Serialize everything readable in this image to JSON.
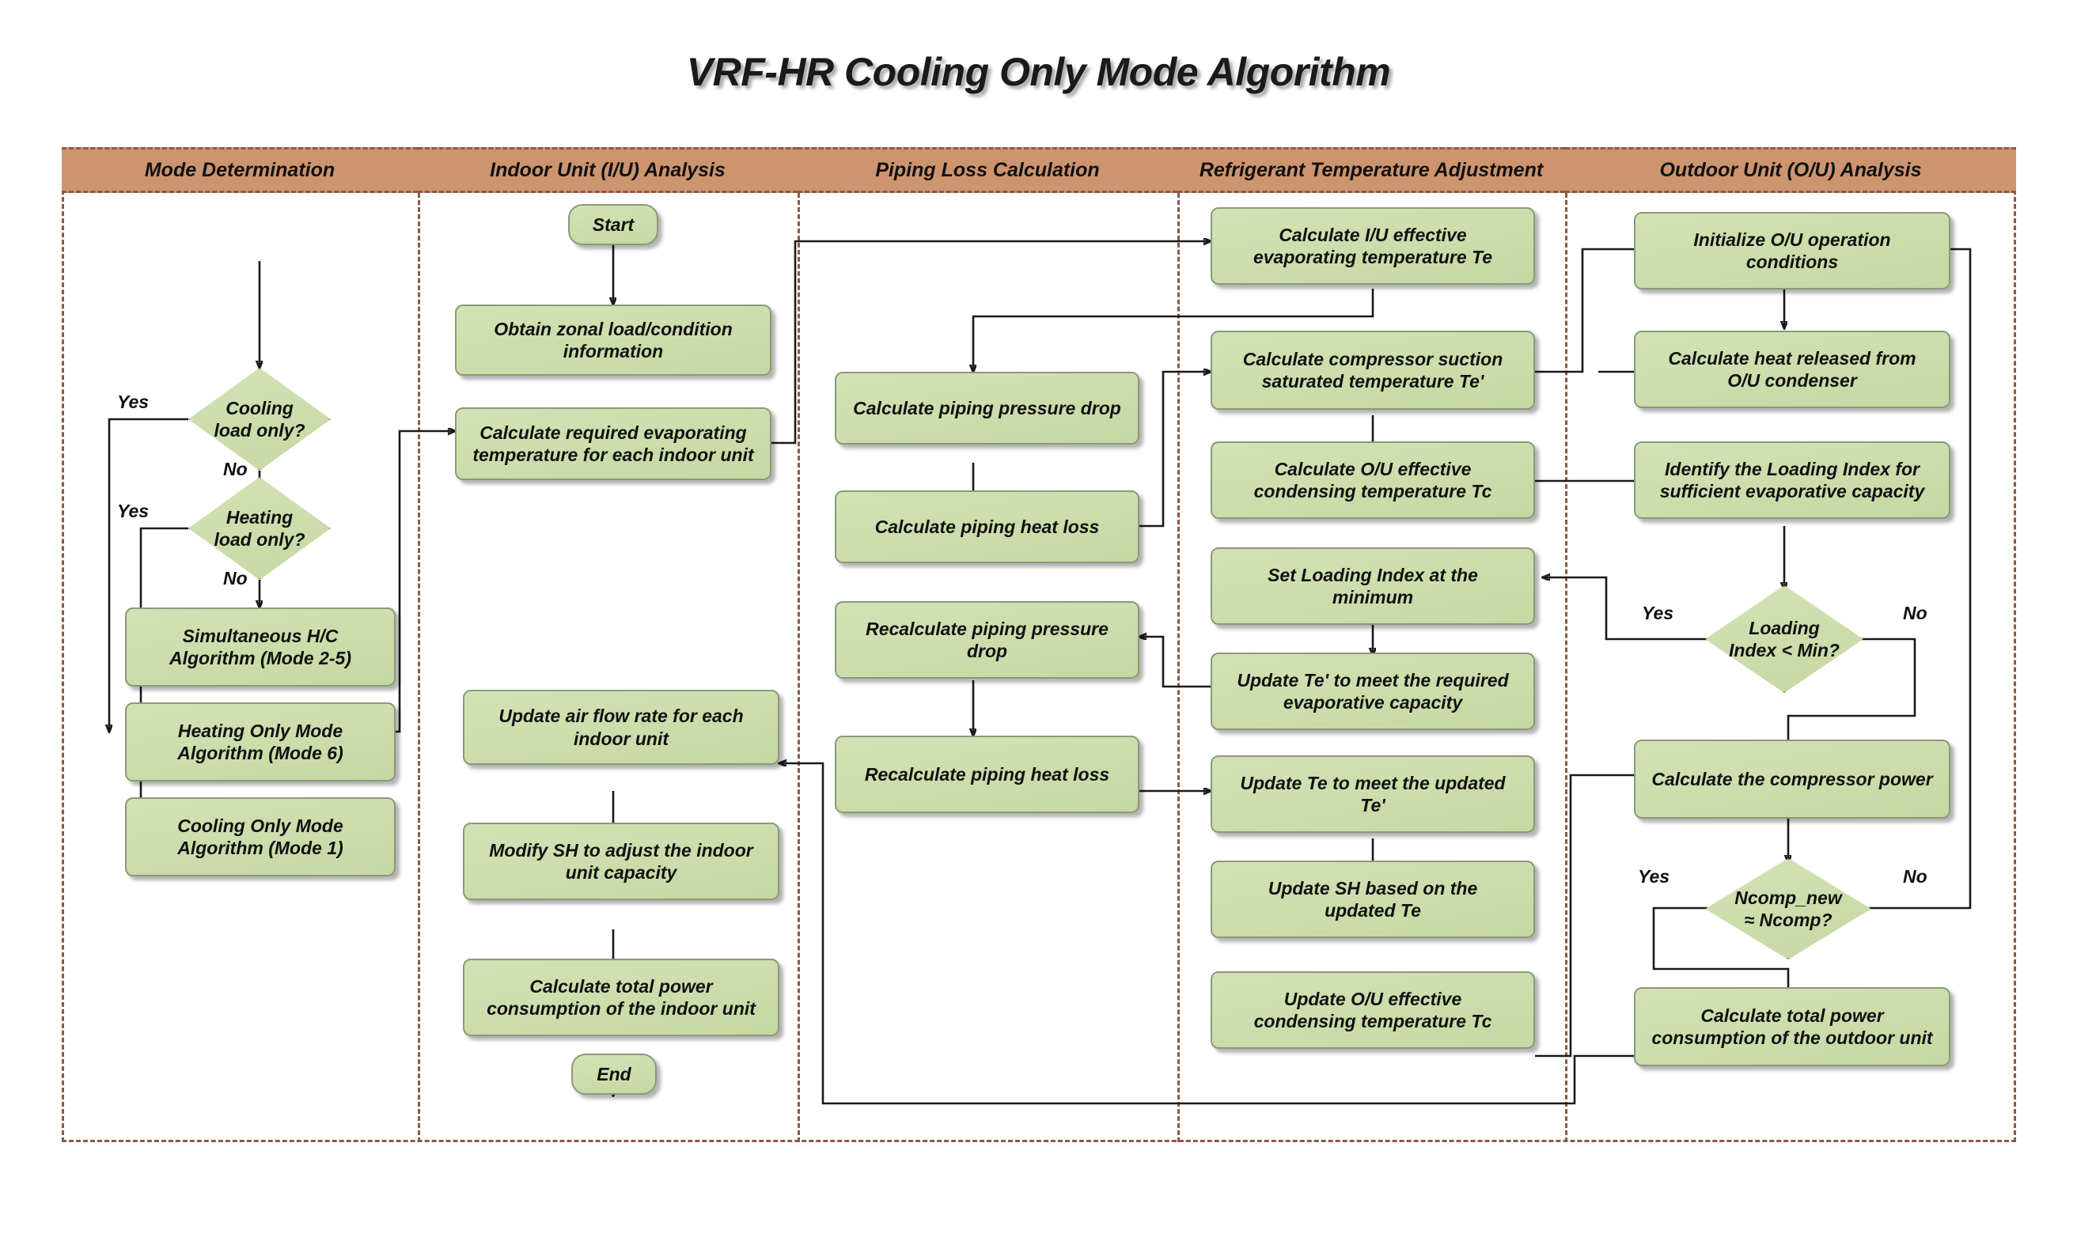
{
  "title": "VRF-HR Cooling Only Mode Algorithm",
  "lanes": [
    {
      "id": "mode-determination",
      "label": "Mode Determination"
    },
    {
      "id": "indoor-unit-analysis",
      "label": "Indoor Unit (I/U) Analysis"
    },
    {
      "id": "piping-loss-calculation",
      "label": "Piping Loss Calculation"
    },
    {
      "id": "refrigerant-temperature-adjustment",
      "label": "Refrigerant Temperature Adjustment"
    },
    {
      "id": "outdoor-unit-analysis",
      "label": "Outdoor Unit (O/U) Analysis"
    }
  ],
  "nodes": {
    "start": "Start",
    "end": "End",
    "cooling_load_only": "Cooling\nload only?",
    "heating_load_only": "Heating\nload only?",
    "simultaneous_hc": "Simultaneous H/C\nAlgorithm (Mode 2-5)",
    "heating_only_mode": "Heating Only Mode\nAlgorithm (Mode 6)",
    "cooling_only_mode": "Cooling Only Mode\nAlgorithm (Mode 1)",
    "obtain_zonal_load": "Obtain zonal load/condition\ninformation",
    "calc_required_evap": "Calculate required evaporating\ntemperature for each indoor unit",
    "update_air_flow": "Update air flow rate for each\nindoor unit",
    "modify_sh": "Modify SH to adjust the indoor\nunit capacity",
    "calc_total_power_iu": "Calculate total power\nconsumption of the indoor unit",
    "calc_piping_pressure_drop": "Calculate piping pressure drop",
    "calc_piping_heat_loss": "Calculate piping  heat loss",
    "recalc_piping_pressure_drop": "Recalculate piping pressure\ndrop",
    "recalc_piping_heat_loss": "Recalculate piping heat loss",
    "calc_iu_te": "Calculate I/U effective\nevaporating temperature Te",
    "calc_suction_te_prime": "Calculate compressor suction\nsaturated temperature Te'",
    "calc_ou_tc": "Calculate O/U effective\ncondensing temperature Tc",
    "set_loading_index_min": "Set Loading Index at the\nminimum",
    "update_te_prime": "Update Te' to meet the required\nevaporative capacity",
    "update_te": "Update Te to meet the updated\nTe'",
    "update_sh": "Update SH based on the\nupdated Te",
    "update_ou_tc": "Update O/U effective\ncondensing temperature Tc",
    "init_ou_conditions": "Initialize O/U operation\nconditions",
    "calc_heat_released": "Calculate heat released from\nO/U condenser",
    "identify_loading_index": "Identify the Loading Index for\nsufficient evaporative capacity",
    "loading_index_min": "Loading\nIndex < Min?",
    "calc_compressor_power": "Calculate the compressor power",
    "ncomp_check": "Ncomp_new\n≈  Ncomp?",
    "calc_total_power_ou": "Calculate total power\nconsumption of the outdoor unit"
  },
  "edge_labels": {
    "cooling_yes": "Yes",
    "cooling_no": "No",
    "heating_yes": "Yes",
    "heating_no": "No",
    "loading_yes": "Yes",
    "loading_no": "No",
    "ncomp_yes": "Yes",
    "ncomp_no": "No"
  },
  "colors": {
    "lane_header": "#cd9470",
    "lane_border": "#8a5a45",
    "node_fill": "#c9dba6",
    "node_border": "#8a9a78",
    "connector": "#1a1a1a",
    "text": "#111111",
    "background": "#ffffff"
  }
}
